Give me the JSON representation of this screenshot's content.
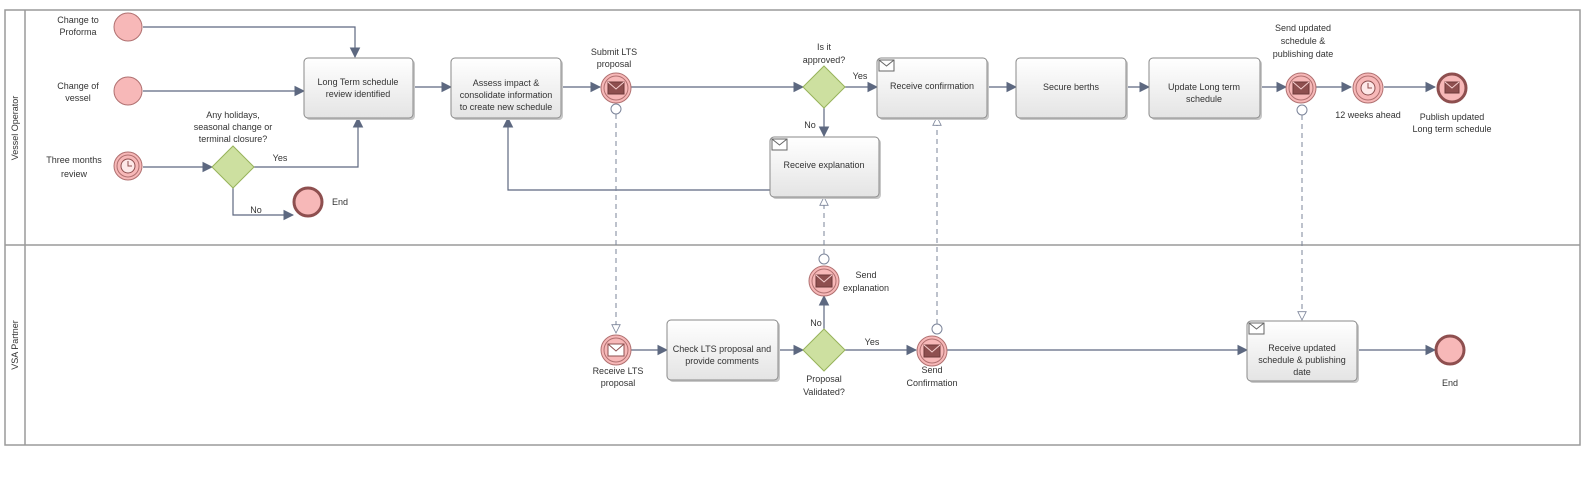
{
  "lanes": [
    {
      "id": "vessel-operator",
      "label": "Vessel Operator"
    },
    {
      "id": "vsa-partner",
      "label": "VSA Partner"
    }
  ],
  "vessel_operator": {
    "start_change_proforma": [
      "Change to",
      "Proforma"
    ],
    "start_change_vessel": [
      "Change of",
      "vessel"
    ],
    "timer_three_months": [
      "Three months",
      "review"
    ],
    "gateway_holidays": [
      "Any holidays,",
      "seasonal change or",
      "terminal closure?"
    ],
    "gateway_holidays_yes": "Yes",
    "gateway_holidays_no": "No",
    "end_event": "End",
    "task_lts_review": [
      "Long Term schedule",
      "review identified"
    ],
    "task_assess": [
      "Assess impact &",
      "consolidate information",
      "to  create new schedule"
    ],
    "event_submit_lts": [
      "Submit LTS",
      "proposal"
    ],
    "gateway_approved": [
      "Is it",
      "approved?"
    ],
    "gateway_approved_yes": "Yes",
    "gateway_approved_no": "No",
    "task_receive_explanation": "Receive explanation",
    "task_receive_confirmation": "Receive confirmation",
    "task_secure_berths": "Secure berths",
    "task_update_lts": [
      "Update Long term",
      "schedule"
    ],
    "event_send_updated": [
      "Send updated",
      "schedule &",
      "publishing date"
    ],
    "timer_12_weeks": "12 weeks ahead",
    "end_publish": [
      "Publish updated",
      "Long term schedule"
    ]
  },
  "vsa_partner": {
    "event_receive_lts": [
      "Receive LTS",
      "proposal"
    ],
    "task_check_lts": [
      "Check LTS proposal and",
      "provide comments"
    ],
    "gateway_validated": [
      "Proposal",
      "Validated?"
    ],
    "gateway_validated_yes": "Yes",
    "gateway_validated_no": "No",
    "event_send_explanation": [
      "Send",
      "explanation"
    ],
    "event_send_confirmation": [
      "Send",
      "Confirmation"
    ],
    "task_receive_updated": [
      "Receive updated",
      "schedule & publishing",
      "date"
    ],
    "end_event": "End"
  },
  "colors": {
    "event_fill": "#f7b8b8",
    "gateway_fill": "#cde0a0",
    "flow_stroke": "#5d6880",
    "task_fill": "#f0f0f0"
  },
  "icons": {
    "timer": "clock-icon",
    "message": "envelope-icon"
  }
}
